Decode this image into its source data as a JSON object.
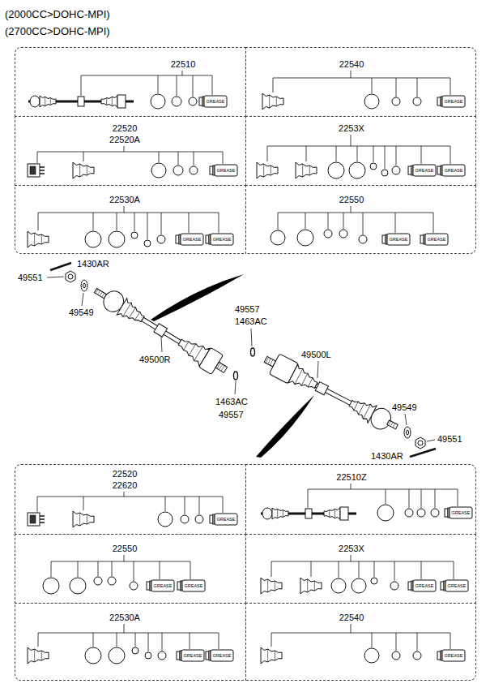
{
  "diagram": {
    "nodes": [
      {
        "text": [
          "22510"
        ]
      },
      {
        "text": [
          "22540"
        ]
      },
      {
        "text": [
          "22520",
          "22520A"
        ]
      },
      {
        "text": [
          "2253X"
        ]
      },
      {
        "text": [
          "22530A"
        ]
      },
      {
        "text": [
          "22550"
        ]
      },
      {
        "text": [
          "22520",
          "22620"
        ]
      },
      {
        "text": [
          "22510Z"
        ]
      },
      {
        "text": [
          "22550"
        ]
      },
      {
        "text": [
          "2253X"
        ]
      },
      {
        "text": [
          "22530A"
        ]
      },
      {
        "text": [
          "22540"
        ]
      }
    ],
    "labels": [
      "(2000CC>DOHC-MPI)",
      "(2700CC>DOHC-MPI)",
      "1430AR",
      "49551",
      "49549",
      "49500R",
      "49557",
      "1463AC",
      "1463AC",
      "49557",
      "49500L",
      "49549",
      "49551",
      "1430AR",
      "GREASE",
      "GREASE",
      "GREASE",
      "GREASE",
      "GREASE",
      "GREASE",
      "GREASE",
      "GREASE",
      "GREASE",
      "GREASE",
      "GREASE",
      "GREASE",
      "GREASE",
      "GREASE",
      "GREASE",
      "GREASE",
      "GREASE",
      "GREASE"
    ]
  }
}
